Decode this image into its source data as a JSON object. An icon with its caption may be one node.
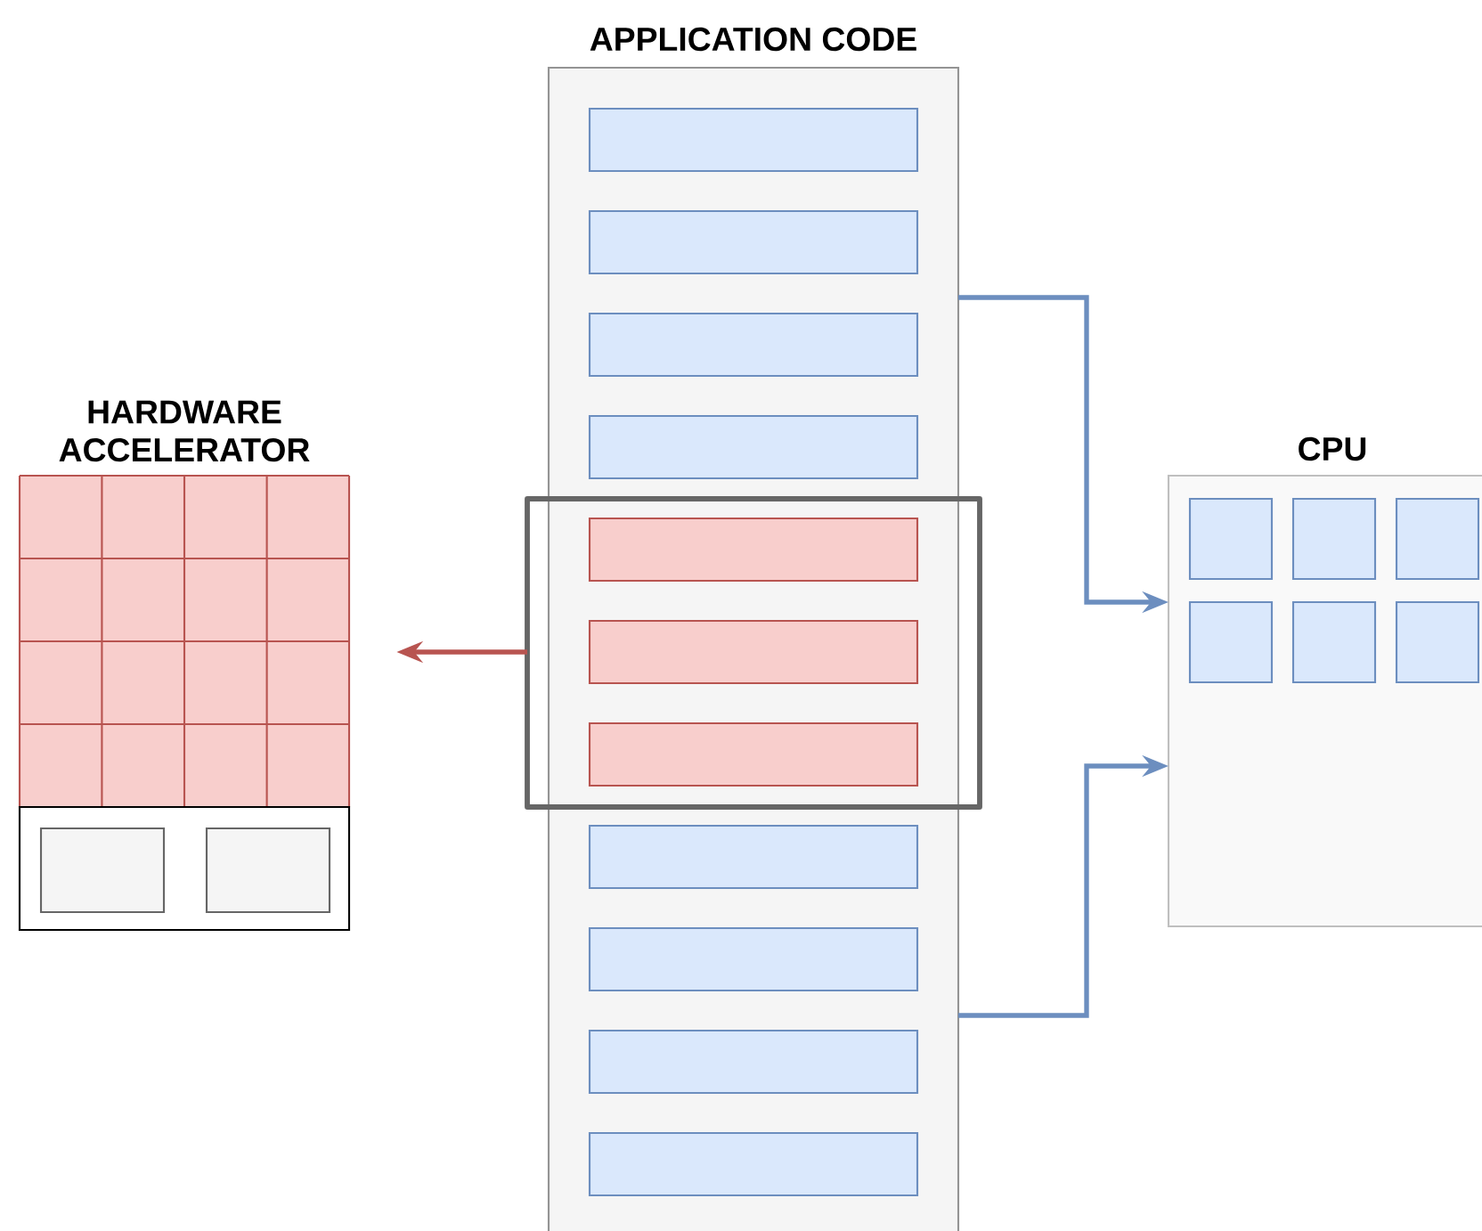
{
  "diagram": {
    "nodes": [
      {
        "text": [
          "APPLICATION CODE"
        ]
      },
      {
        "text": [],
        "shape": "bar",
        "in": 0
      },
      {
        "text": [],
        "shape": "bar",
        "in": 0
      },
      {
        "text": [],
        "shape": "bar",
        "in": 0
      },
      {
        "text": [],
        "shape": "bar",
        "in": 0
      },
      {
        "text": [],
        "shape": "box"
      },
      {
        "text": [],
        "shape": "bar",
        "in": 5
      },
      {
        "text": [],
        "shape": "bar",
        "in": 5
      },
      {
        "text": [],
        "shape": "bar",
        "in": 5
      },
      {
        "text": [],
        "shape": "bar",
        "in": 0
      },
      {
        "text": [],
        "shape": "bar",
        "in": 0
      },
      {
        "text": [],
        "shape": "bar",
        "in": 0
      },
      {
        "text": [],
        "shape": "bar",
        "in": 0
      },
      {
        "text": [
          "HARDWARE ACCELERATOR"
        ]
      },
      {
        "text": [
          "CPU"
        ]
      }
    ],
    "edges": [
      {
        "from": 5,
        "to": 13,
        "arrow": "to",
        "color": "#b85450"
      },
      {
        "from": 0,
        "to": 14,
        "arrow": "to"
      },
      {
        "from": 0,
        "to": 14,
        "arrow": "to"
      }
    ]
  }
}
